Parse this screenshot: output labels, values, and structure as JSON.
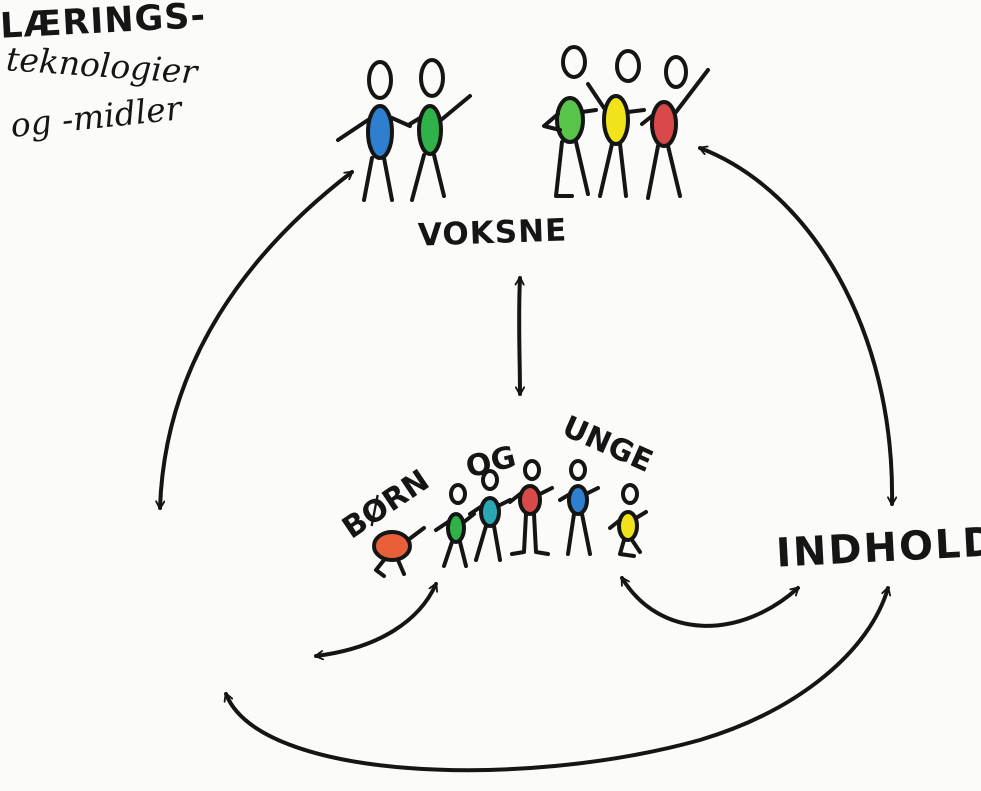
{
  "nodes": {
    "top": "VOKSNE",
    "center_words": [
      "BØRN",
      "OG",
      "UNGE"
    ],
    "left_lines": [
      "LÆRINGS-",
      "teknologier",
      "og -midler"
    ],
    "right": "INDHOLD"
  },
  "colors": {
    "ink": "#151515",
    "blue": "#2f7fd0",
    "green": "#2fb24a",
    "light_green": "#58c44a",
    "yellow": "#f2e21b",
    "red": "#d84a4a",
    "orange": "#e8603a",
    "teal": "#2aa6b5"
  }
}
